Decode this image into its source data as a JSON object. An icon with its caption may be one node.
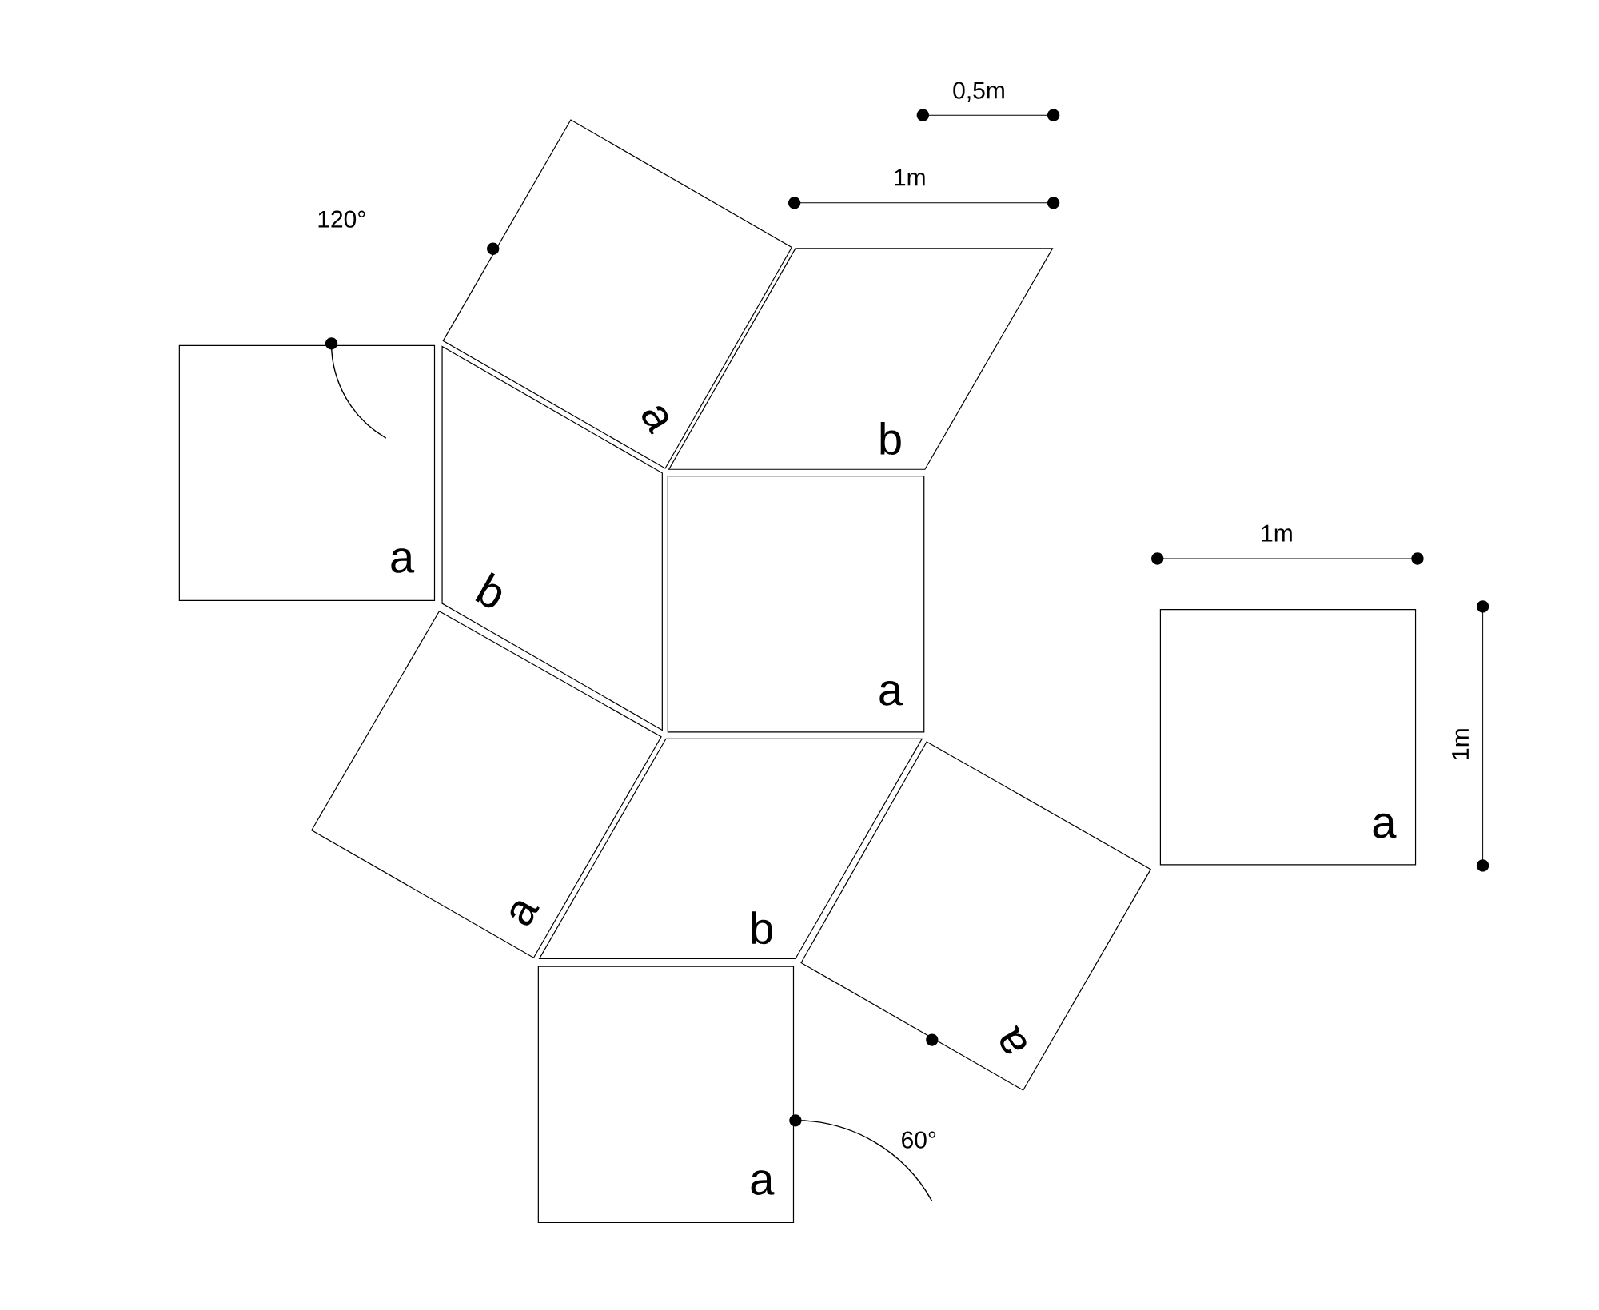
{
  "diagram": {
    "nodes": [
      {
        "text": [
          "a"
        ]
      },
      {
        "text": [
          "b"
        ]
      },
      {
        "text": [
          "a"
        ]
      },
      {
        "text": [
          "b"
        ]
      },
      {
        "text": [
          "a"
        ]
      },
      {
        "text": [
          "a"
        ]
      },
      {
        "text": [
          "a"
        ]
      },
      {
        "text": [
          "b"
        ]
      },
      {
        "text": [
          "a"
        ]
      },
      {
        "text": [
          "a"
        ]
      }
    ],
    "labels": [
      "0,5m",
      "1m",
      "120°",
      "1m",
      "1m",
      "60°"
    ]
  }
}
